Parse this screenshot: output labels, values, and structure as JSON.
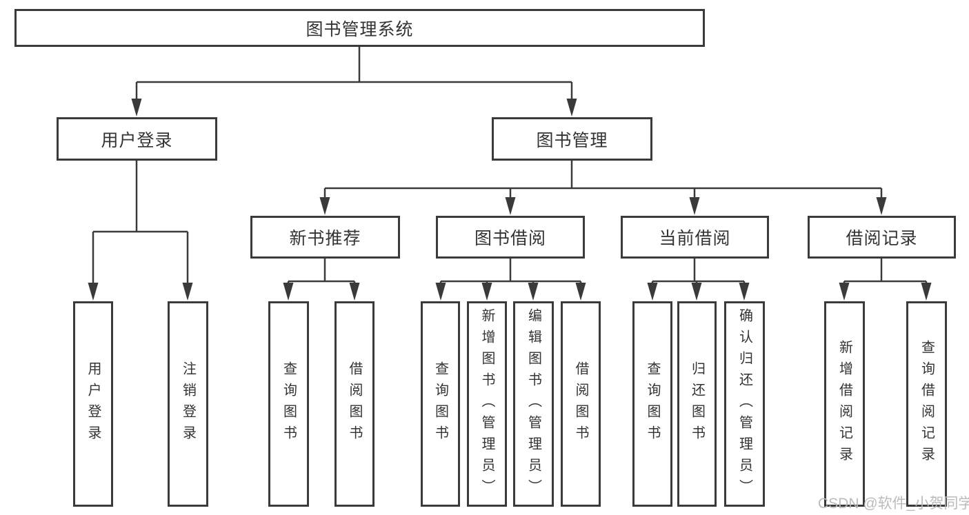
{
  "tree": {
    "root": "图书管理系统",
    "children": [
      {
        "label": "用户登录",
        "children": [
          "用户登录",
          "注销登录"
        ]
      },
      {
        "label": "图书管理",
        "children": [
          {
            "label": "新书推荐",
            "children": [
              "查询图书",
              "借阅图书"
            ]
          },
          {
            "label": "图书借阅",
            "children": [
              "查询图书",
              "新增图书（管理员）",
              "编辑图书（管理员）",
              "借阅图书"
            ]
          },
          {
            "label": "当前借阅",
            "children": [
              "查询图书",
              "归还图书",
              "确认归还（管理员）"
            ]
          },
          {
            "label": "借阅记录",
            "children": [
              "新增借阅记录",
              "查询借阅记录"
            ]
          }
        ]
      }
    ]
  },
  "watermark": "CSDN @软件_小贺同学",
  "colors": {
    "line": "#3a3a3a",
    "text": "#333333",
    "watermark": "#b7b7b7",
    "background": "#ffffff"
  }
}
